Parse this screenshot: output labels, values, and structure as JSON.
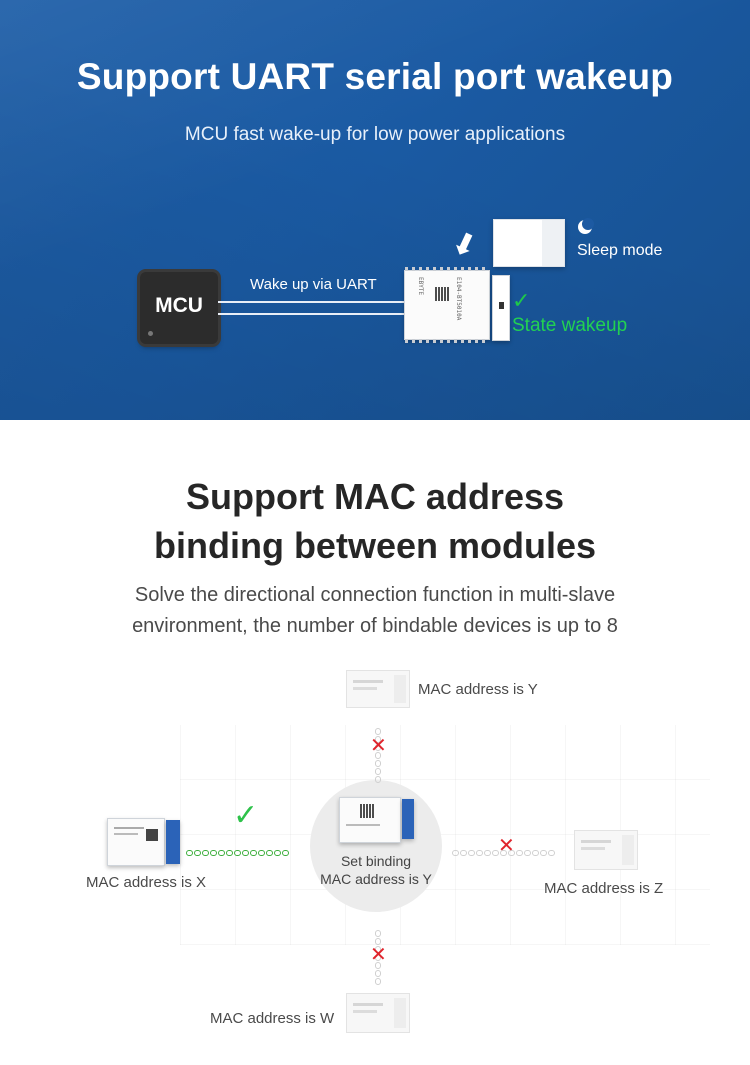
{
  "wakeup": {
    "title": "Support UART serial port wakeup",
    "subtitle": "MCU fast wake-up for low power applications",
    "mcu_label": "MCU",
    "uart_label": "Wake up via UART",
    "sleep_label": "Sleep mode",
    "wake_label": "State wakeup",
    "module_text": "E104-BT5010A",
    "brand": "EBYTE"
  },
  "binding": {
    "title_line1": "Support MAC address",
    "title_line2": "binding between modules",
    "subtitle_line1": "Solve the directional connection function in multi-slave",
    "subtitle_line2": "environment, the number of bindable devices is up to 8",
    "center_line1": "Set binding",
    "center_line2": "MAC address is Y",
    "mac_y": "MAC address is Y",
    "mac_x": "MAC address is X",
    "mac_z": "MAC address is Z",
    "mac_w": "MAC address is W"
  },
  "colors": {
    "blue_bg": "#1d5aa2",
    "accent_green": "#22d152",
    "cross_red": "#e0242c",
    "module_blue": "#2b63b8"
  }
}
